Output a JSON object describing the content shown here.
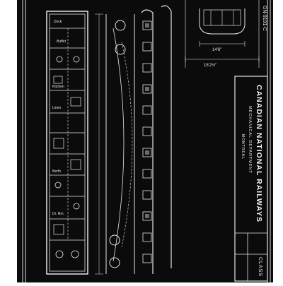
{
  "drawing": {
    "drawing_number": "GN-9191-C",
    "company": "CANADIAN NATIONAL RAILWAYS",
    "department": "MECHANICAL DEPARTMENT",
    "location": "MONTREAL",
    "class_label": "CLASS",
    "dimensions": {
      "width_1": "14'6\"",
      "width_2": "15'2½\""
    },
    "plan_labels": {
      "dock": "Dock",
      "buffet": "Buffet",
      "kitchen": "Kitchen",
      "linen": "Linen",
      "berth": "Berth",
      "drawing_room": "Dr. Rm."
    }
  }
}
